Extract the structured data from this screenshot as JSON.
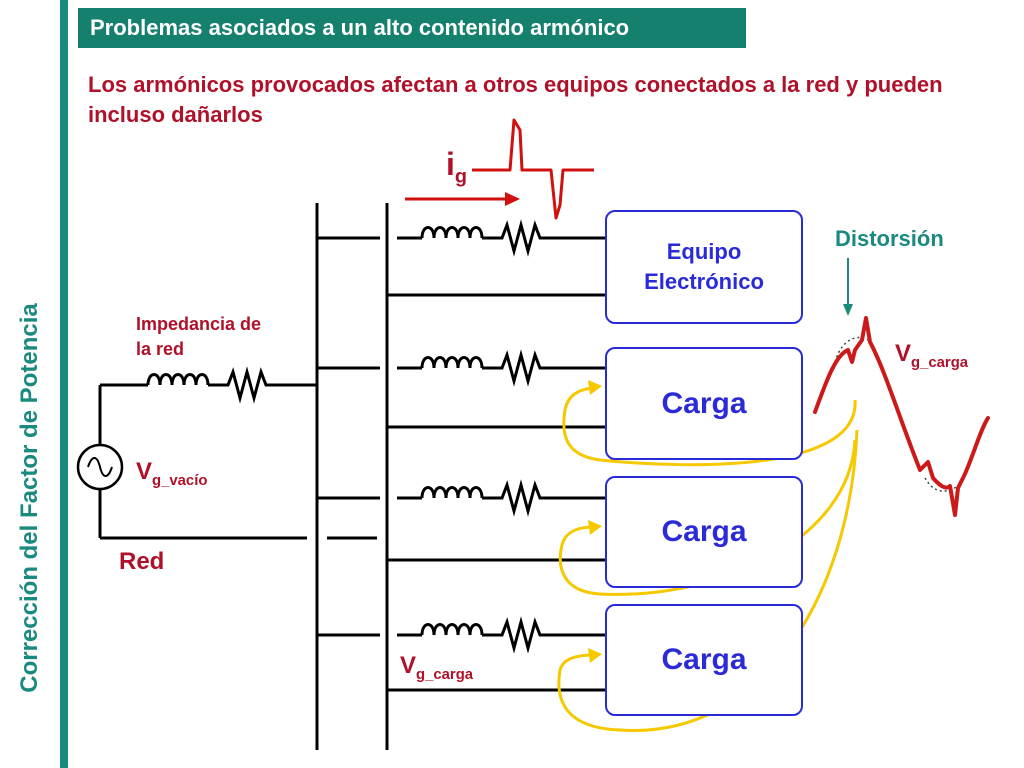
{
  "sidebar": {
    "title": "Corrección del Factor de Potencia"
  },
  "header": {
    "title": "Problemas asociados a un alto contenido armónico"
  },
  "subtitle": "Los armónicos provocados afectan a otros equipos conectados a la red y pueden incluso dañarlos",
  "labels": {
    "current_main": "i",
    "current_sub": "g",
    "impedance": "Impedancia de la red",
    "vsource_main": "V",
    "vsource_sub": "g_vacío",
    "grid": "Red",
    "distortion": "Distorsión",
    "vload_main": "V",
    "vload_sub": "g_carga",
    "vload2_main": "V",
    "vload2_sub": "g_carga"
  },
  "boxes": [
    {
      "label": "Equipo Electrónico"
    },
    {
      "label": "Carga"
    },
    {
      "label": "Carga"
    },
    {
      "label": "Carga"
    }
  ],
  "colors": {
    "teal": "#1a8a7e",
    "red": "#b0112a",
    "blue": "#2a2ad8",
    "yellow": "#f5c800",
    "wave": "#cc1a1a"
  }
}
